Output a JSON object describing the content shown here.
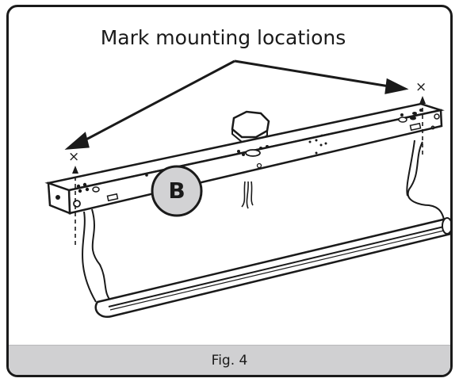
{
  "figure": {
    "title": "Mark mounting locations",
    "callout": "B",
    "left_mark": "×",
    "right_mark": "×",
    "caption": "Fig. 4"
  }
}
